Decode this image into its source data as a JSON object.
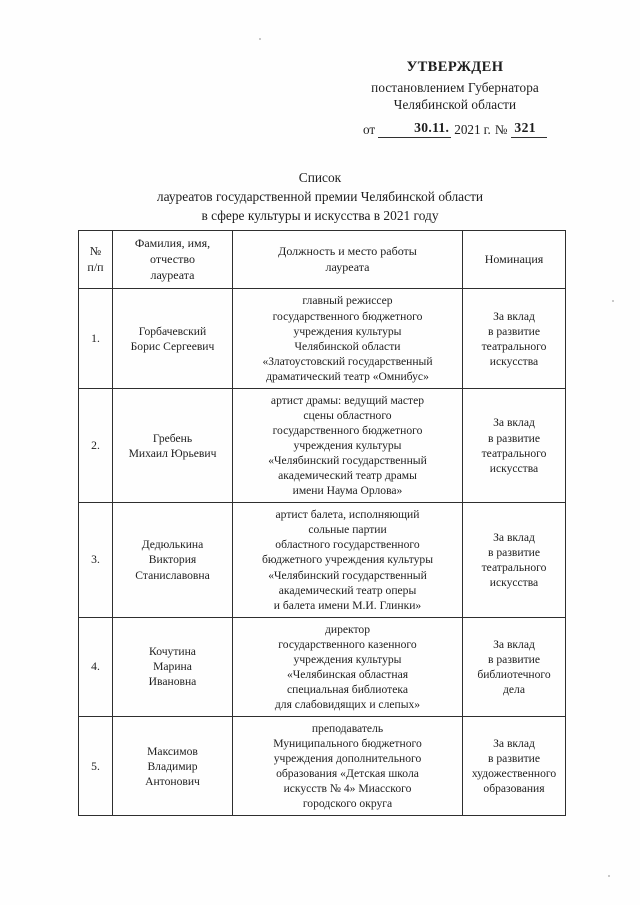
{
  "approval": {
    "title": "УТВЕРЖДЕН",
    "line1": "постановлением Губернатора",
    "line2": "Челябинской области",
    "date_prefix": "от",
    "date_day": "30.11.",
    "date_year": "2021",
    "date_suffix": "г.",
    "number_sign": "№",
    "number": "321"
  },
  "doc_title": {
    "line1": "Список",
    "line2": "лауреатов государственной премии Челябинской области",
    "line3": "в сфере культуры и искусства в 2021 году"
  },
  "table": {
    "headers": {
      "num": "№\nп/п",
      "num_line1": "№",
      "num_line2": "п/п",
      "name_line1": "Фамилия, имя,",
      "name_line2": "отчество",
      "name_line3": "лауреата",
      "position_line1": "Должность и место работы",
      "position_line2": "лауреата",
      "nomination": "Номинация"
    },
    "rows": [
      {
        "num": "1.",
        "name": [
          "Горбачевский",
          "Борис Сергеевич"
        ],
        "position": [
          "главный режиссер",
          "государственного бюджетного",
          "учреждения культуры",
          "Челябинской области",
          "«Златоустовский государственный",
          "драматический театр «Омнибус»"
        ],
        "nomination": [
          "За вклад",
          "в развитие",
          "театрального",
          "искусства"
        ]
      },
      {
        "num": "2.",
        "name": [
          "Гребень",
          "Михаил Юрьевич"
        ],
        "position": [
          "артист драмы: ведущий мастер",
          "сцены областного",
          "государственного бюджетного",
          "учреждения культуры",
          "«Челябинский государственный",
          "академический театр драмы",
          "имени Наума Орлова»"
        ],
        "nomination": [
          "За вклад",
          "в развитие",
          "театрального",
          "искусства"
        ]
      },
      {
        "num": "3.",
        "name": [
          "Дедюлькина",
          "Виктория",
          "Станиславовна"
        ],
        "position": [
          "артист балета, исполняющий",
          "сольные партии",
          "областного государственного",
          "бюджетного учреждения культуры",
          "«Челябинский государственный",
          "академический театр оперы",
          "и балета имени М.И. Глинки»"
        ],
        "nomination": [
          "За вклад",
          "в развитие",
          "театрального",
          "искусства"
        ]
      },
      {
        "num": "4.",
        "name": [
          "Кочутина",
          "Марина",
          "Ивановна"
        ],
        "position": [
          "директор",
          "государственного казенного",
          "учреждения культуры",
          "«Челябинская областная",
          "специальная библиотека",
          "для слабовидящих и слепых»"
        ],
        "nomination": [
          "За вклад",
          "в развитие",
          "библиотечного",
          "дела"
        ]
      },
      {
        "num": "5.",
        "name": [
          "Максимов",
          "Владимир",
          "Антонович"
        ],
        "position": [
          "преподаватель",
          "Муниципального бюджетного",
          "учреждения дополнительного",
          "образования  «Детская школа",
          "искусств № 4»  Миасского",
          "городского округа"
        ],
        "nomination": [
          "За вклад",
          "в развитие",
          "художественного",
          "образования"
        ]
      }
    ]
  }
}
